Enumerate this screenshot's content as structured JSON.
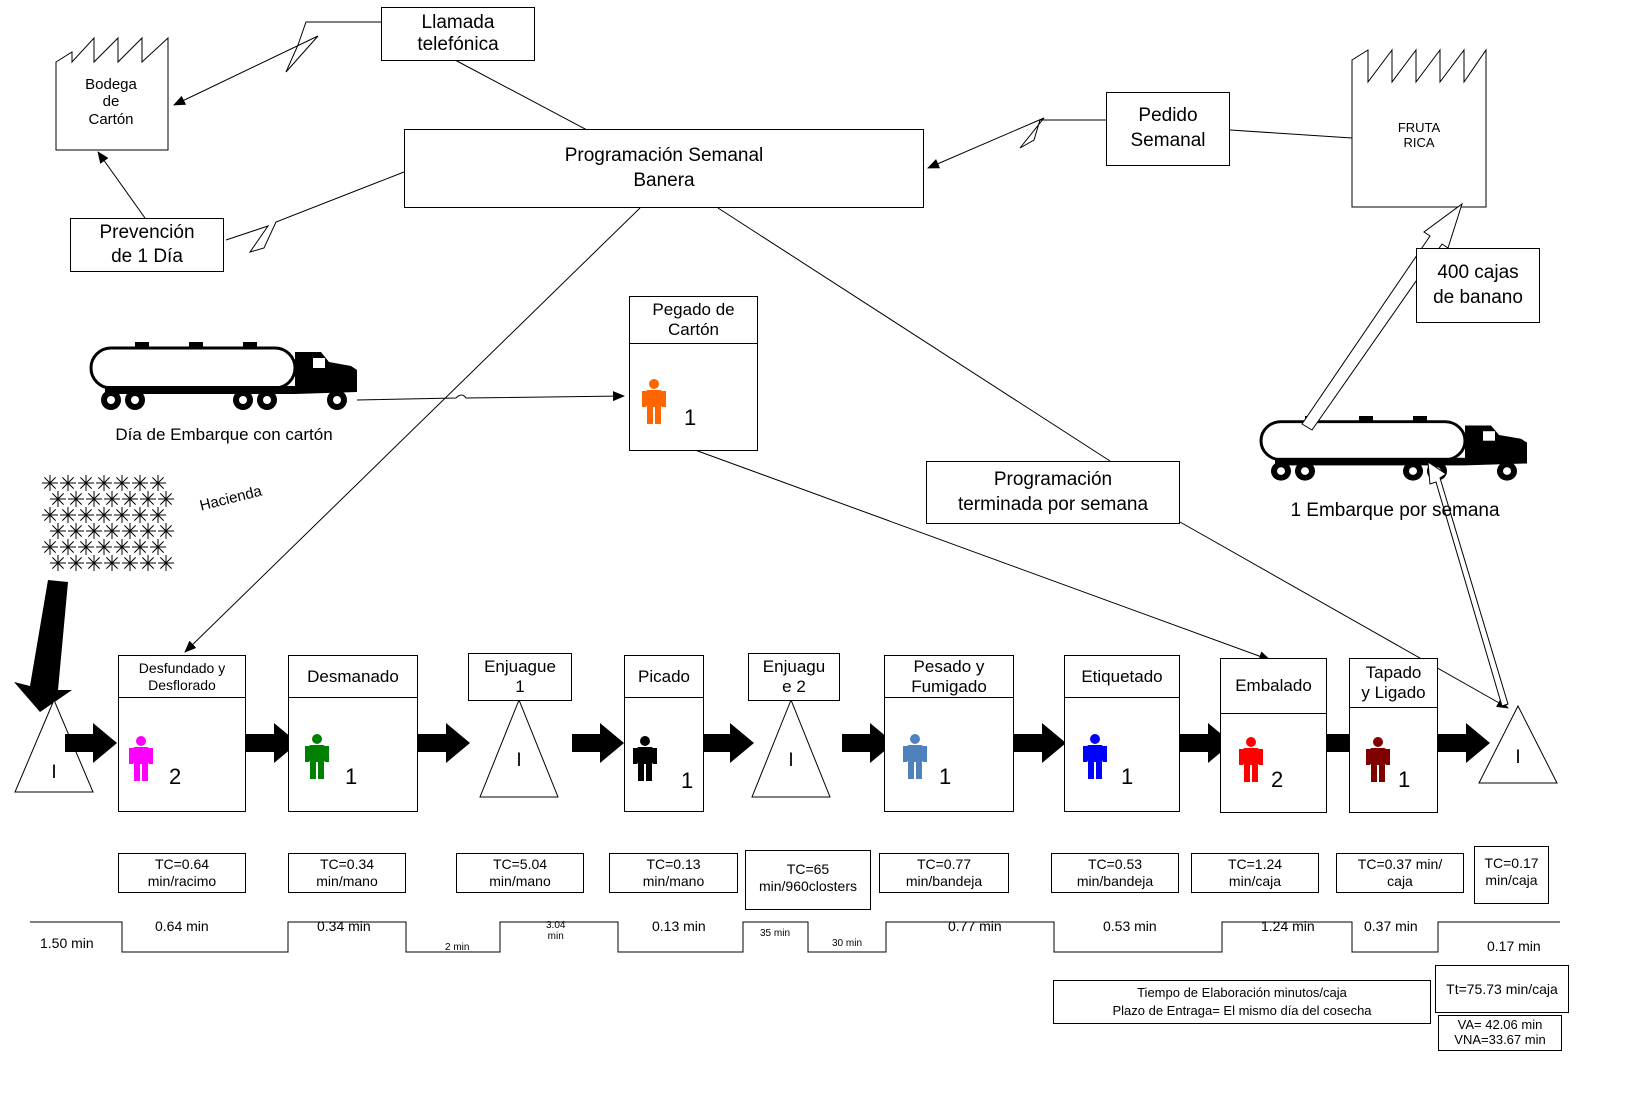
{
  "title": "",
  "colors": {
    "line": "#000000",
    "operator_pink": "#ff00ff",
    "operator_green": "#008000",
    "operator_black": "#000000",
    "operator_steelblue": "#4f81bd",
    "operator_blue": "#0000ff",
    "operator_red": "#ff0000",
    "operator_darkred": "#800000",
    "operator_orange": "#ff6600"
  },
  "info_flow": {
    "llamada": "Llamada\ntelefónica",
    "bodega": "Bodega\nde\nCartón",
    "prevencion": "Prevención\nde 1 Día",
    "programacion": "Programación Semanal\nBanera",
    "pedido": "Pedido\nSemanal",
    "cliente": "FRUTA\nRICA",
    "cajas": "400 cajas\nde banano",
    "programacion_terminada": "Programación\nterminada por semana"
  },
  "shipments": {
    "incoming": "Día de Embarque con cartón",
    "outgoing": "1 Embarque por semana",
    "hacienda": "Hacienda"
  },
  "pegado": {
    "title": "Pegado de\nCartón",
    "operators": "1",
    "operator_icon": "person-icon"
  },
  "inventory_symbol": "I",
  "processes": [
    {
      "title": "Desfundado y\nDesflorado",
      "operators": "2",
      "color": "#ff00ff",
      "tc": "TC=0.64\nmin/racimo"
    },
    {
      "title": "Desmanado",
      "operators": "1",
      "color": "#008000",
      "tc": "TC=0.34\nmin/mano"
    },
    {
      "title": "Enjuague\n1",
      "tc": "TC=5.04\nmin/mano"
    },
    {
      "title": "Picado",
      "operators": "1",
      "color": "#000000",
      "tc": "TC=0.13\nmin/mano"
    },
    {
      "title": "Enjuagu\ne 2",
      "tc": "TC=65\nmin/960closters"
    },
    {
      "title": "Pesado y\nFumigado",
      "operators": "1",
      "color": "#4f81bd",
      "tc": "TC=0.77\nmin/bandeja"
    },
    {
      "title": "Etiquetado",
      "operators": "1",
      "color": "#0000ff",
      "tc": "TC=0.53\nmin/bandeja"
    },
    {
      "title": "Embalado",
      "operators": "2",
      "color": "#ff0000",
      "tc": "TC=1.24\nmin/caja"
    },
    {
      "title": "Tapado\ny Ligado",
      "operators": "1",
      "color": "#800000",
      "tc": "TC=0.37 min/\ncaja"
    },
    {
      "title": "",
      "tc": "TC=0.17\nmin/caja"
    }
  ],
  "timeline": [
    "1.50 min",
    "0.64 min",
    "0.34 min",
    "2 min",
    "3.04\nmin",
    "0.13 min",
    "35 min",
    "30 min",
    "0.77 min",
    "0.53 min",
    "1.24 min",
    "0.37 min",
    "0.17 min"
  ],
  "summary": {
    "elaboracion": "Tiempo de Elaboración minutos/caja\nPlazo de Entraga= El mismo día del cosecha",
    "tt": "Tt=75.73 min/caja",
    "va": "VA= 42.06 min\nVNA=33.67 min"
  }
}
